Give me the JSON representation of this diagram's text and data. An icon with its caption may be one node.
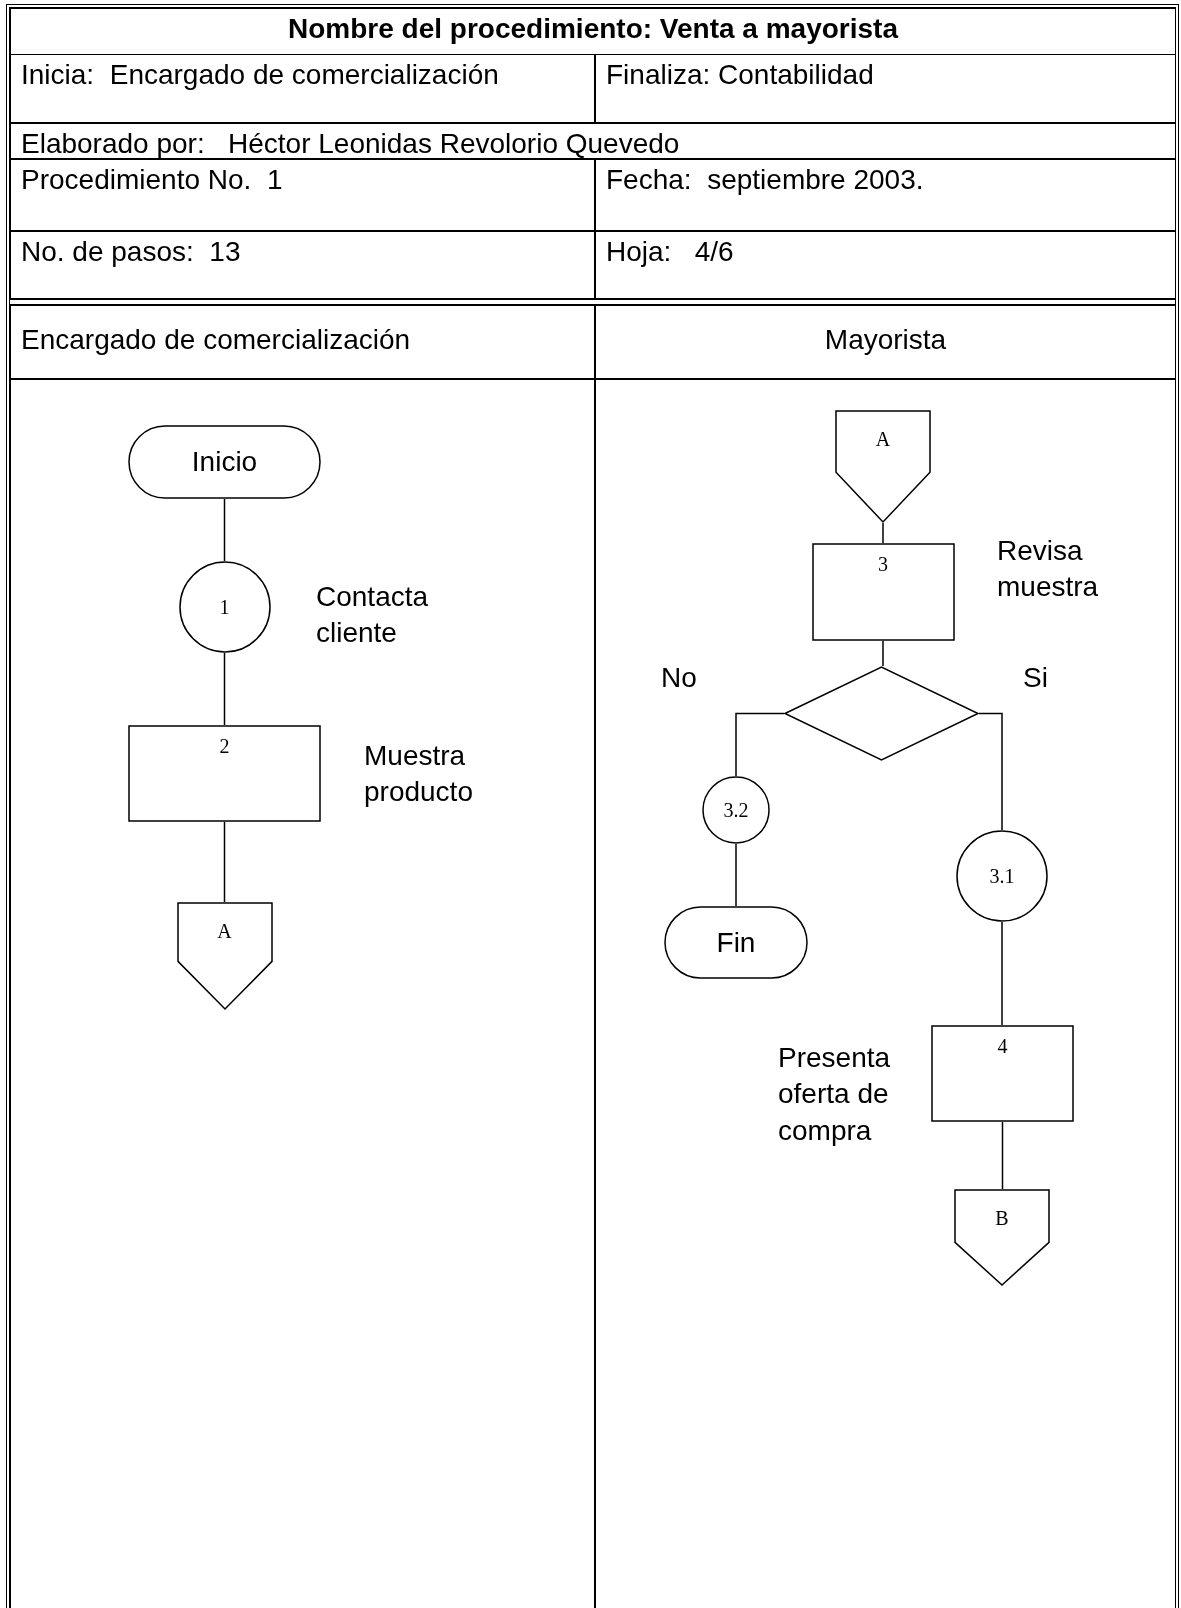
{
  "diagram": {
    "title": "Nombre del procedimiento: Venta a mayorista",
    "nodes": [
      {
        "text": [
          "Inicio"
        ]
      },
      {
        "text": [
          "1"
        ],
        "beside": [
          "Contacta cliente"
        ]
      },
      {
        "text": [
          "2"
        ],
        "beside": [
          "Muestra producto"
        ]
      },
      {
        "text": [
          "A"
        ]
      },
      {
        "text": [
          "A"
        ]
      },
      {
        "text": [
          "3"
        ],
        "beside": [
          "Revisa muestra"
        ]
      },
      {
        "text": [],
        "shape": "diamond"
      },
      {
        "text": [
          "3.2"
        ]
      },
      {
        "text": [
          "Fin"
        ]
      },
      {
        "text": [
          "3.1"
        ]
      },
      {
        "text": [
          "4"
        ],
        "beside": [
          "Presenta oferta de compra"
        ]
      },
      {
        "text": [
          "B"
        ]
      }
    ],
    "edges": [
      {
        "from": 0,
        "to": 1,
        "arrow": "none"
      },
      {
        "from": 1,
        "to": 2,
        "arrow": "none"
      },
      {
        "from": 2,
        "to": 3,
        "arrow": "none"
      },
      {
        "from": 4,
        "to": 5,
        "arrow": "none"
      },
      {
        "from": 5,
        "to": 6,
        "arrow": "none"
      },
      {
        "from": 6,
        "to": 7,
        "arrow": "none",
        "label": "No"
      },
      {
        "from": 7,
        "to": 8,
        "arrow": "none"
      },
      {
        "from": 6,
        "to": 9,
        "arrow": "none",
        "label": "Si"
      },
      {
        "from": 9,
        "to": 10,
        "arrow": "none"
      },
      {
        "from": 10,
        "to": 11,
        "arrow": "none"
      }
    ],
    "labels": [
      "Inicia:  Encargado de comercialización",
      "Finaliza: Contabilidad",
      "Elaborado por:   Héctor Leonidas Revolorio Quevedo",
      "Procedimiento No.  1",
      "Fecha:  septiembre 2003.",
      "No. de pasos:  13",
      "Hoja:   4/6",
      "Encargado de comercialización",
      "Mayorista"
    ]
  }
}
